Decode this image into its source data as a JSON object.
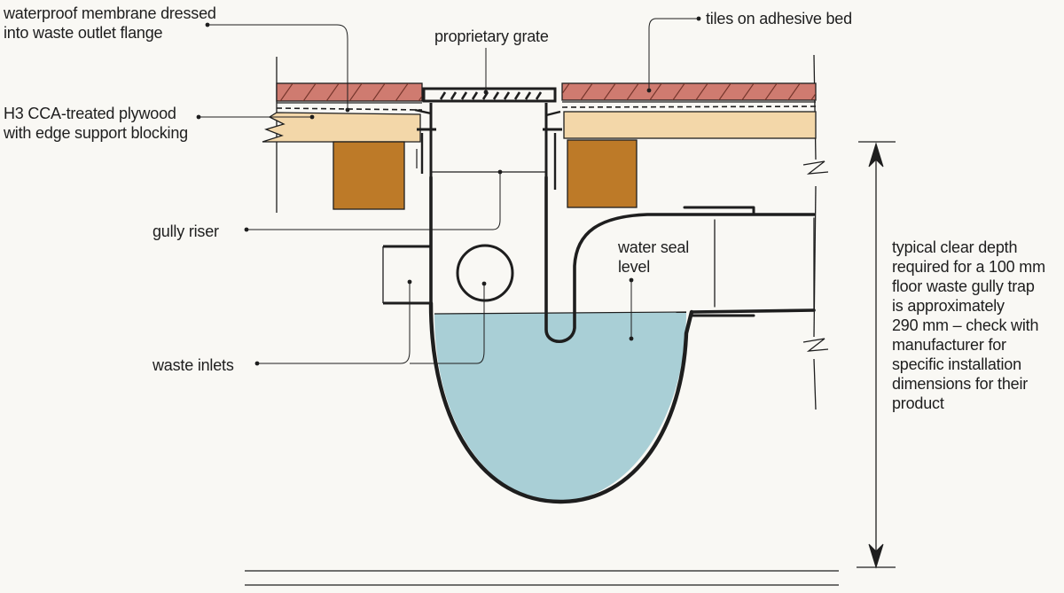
{
  "labels": {
    "membrane": [
      "waterproof membrane dressed",
      "into waste outlet flange"
    ],
    "grate": [
      "proprietary grate"
    ],
    "tiles": [
      "tiles on adhesive bed"
    ],
    "plywood": [
      "H3 CCA-treated plywood",
      "with edge support blocking"
    ],
    "riser": [
      "gully riser"
    ],
    "inlets": [
      "waste inlets"
    ],
    "seal": [
      "water seal",
      "level"
    ],
    "depth": [
      "typical clear depth",
      "required for a 100 mm",
      "floor waste gully trap",
      "is approximately",
      "290 mm – check with",
      "manufacturer for",
      "specific installation",
      "dimensions for their",
      "product"
    ]
  },
  "colors": {
    "background": "#f9f8f4",
    "tiles": "#cf7b70",
    "plywood": "#f3d7a9",
    "blocking": "#bd7a28",
    "water": "#a9cfd6",
    "ink": "#1e1e1e"
  }
}
